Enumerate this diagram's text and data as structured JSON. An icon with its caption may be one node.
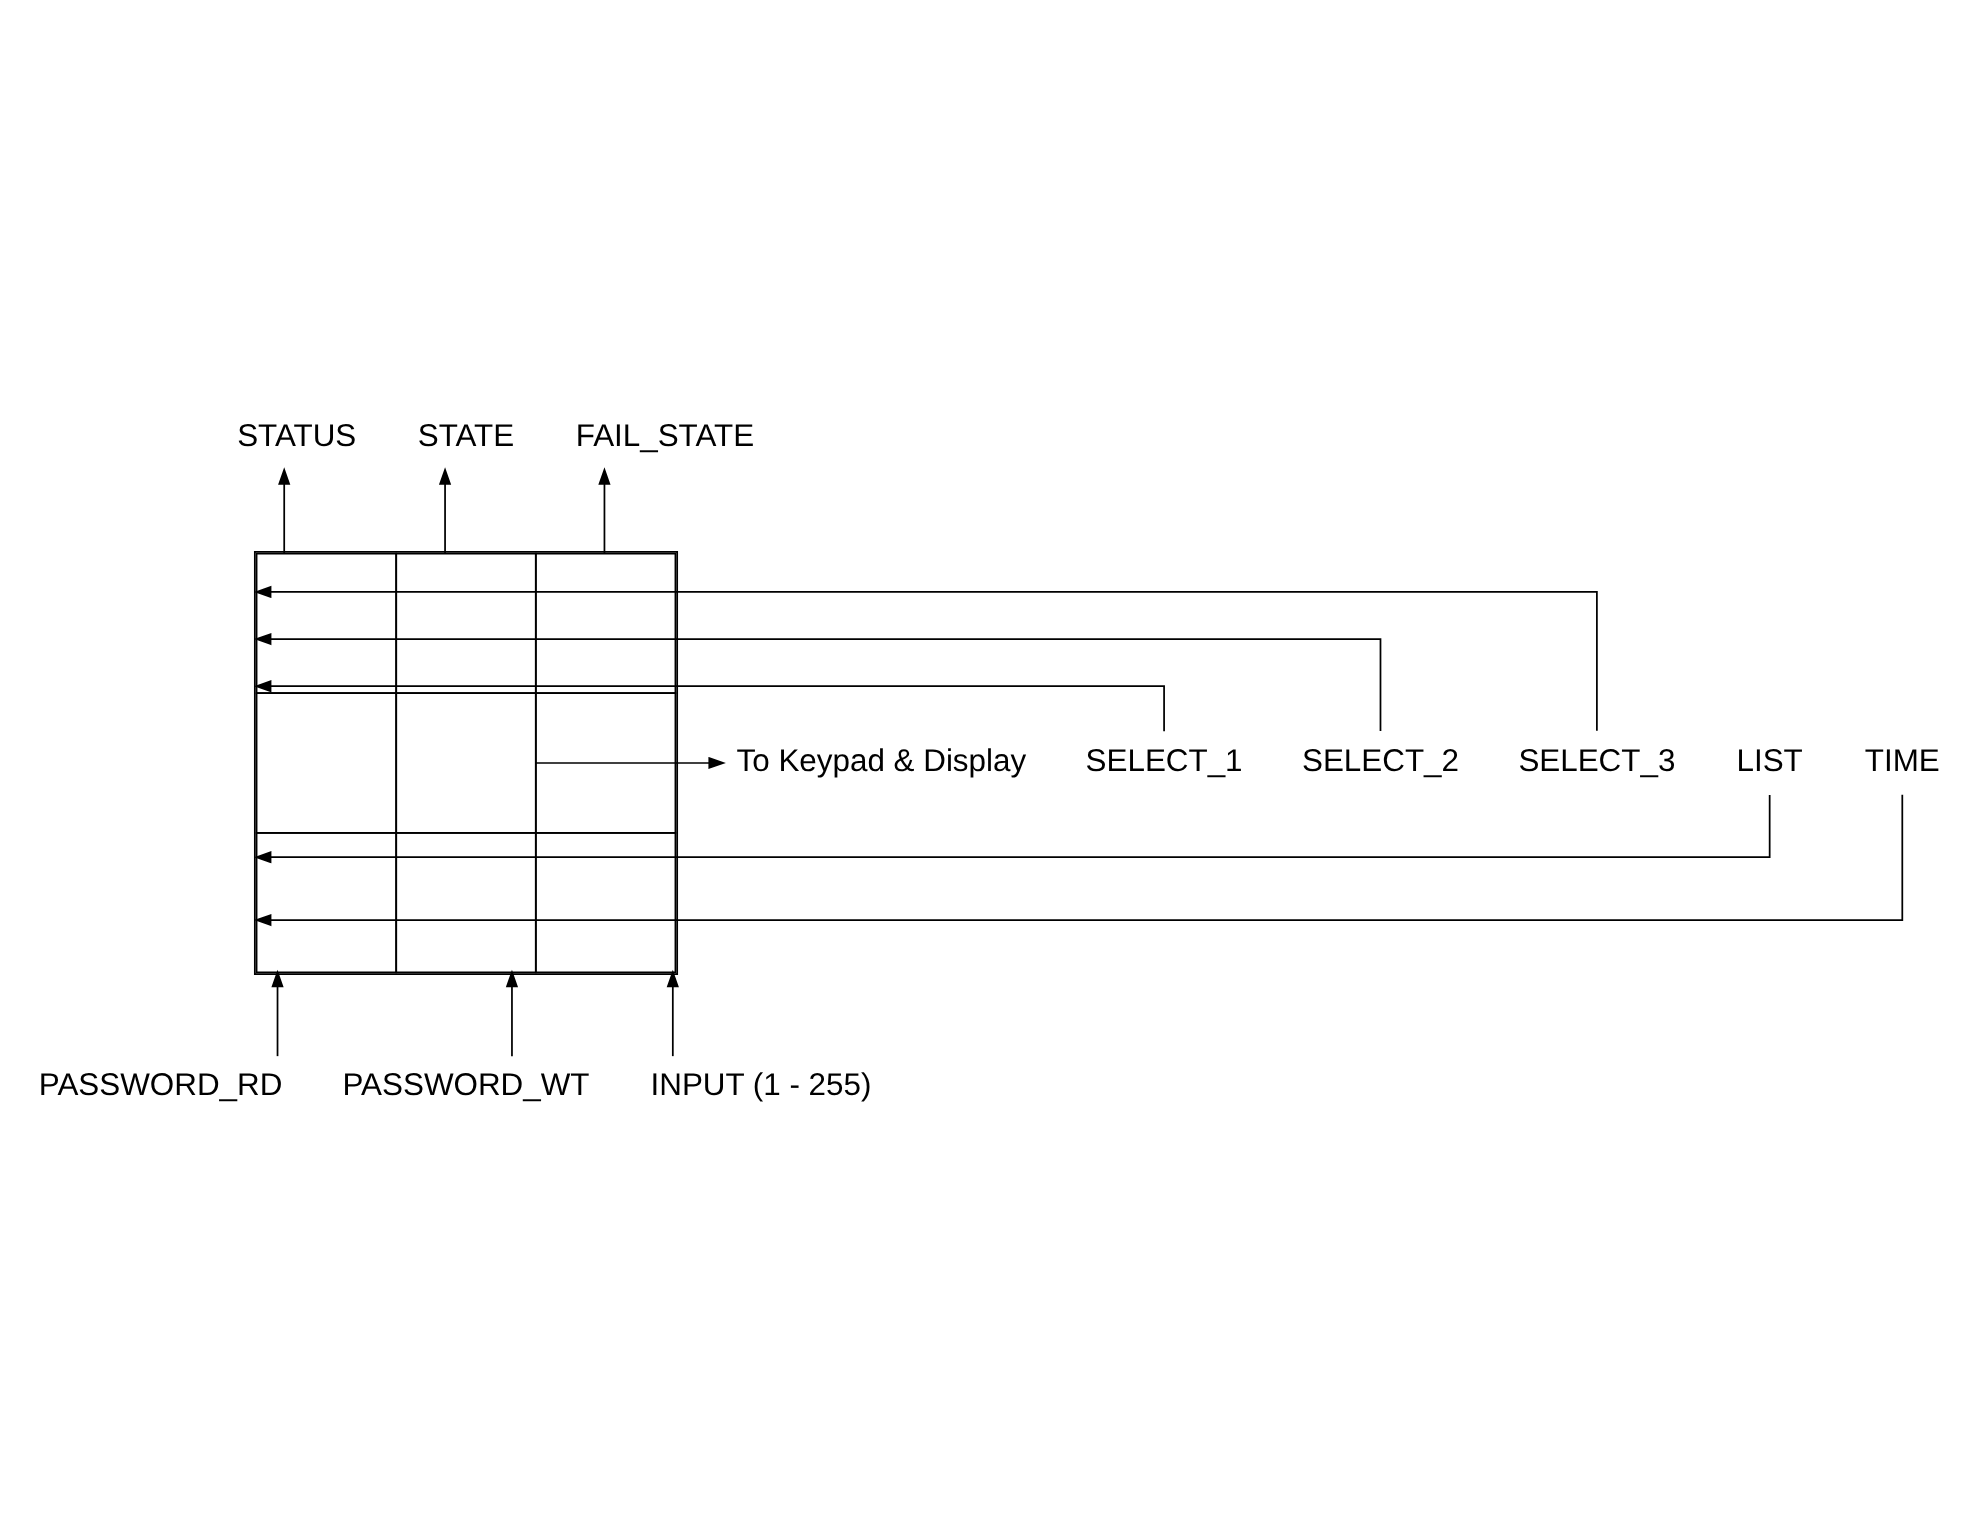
{
  "diagram": {
    "nodes": [
      {
        "text": [],
        "shape": "box"
      },
      {
        "text": [
          "STATUS"
        ]
      },
      {
        "text": [
          "STATE"
        ]
      },
      {
        "text": [
          "FAIL_STATE"
        ]
      },
      {
        "text": [
          "SELECT_1"
        ]
      },
      {
        "text": [
          "SELECT_2"
        ]
      },
      {
        "text": [
          "SELECT_3"
        ]
      },
      {
        "text": [
          "LIST"
        ]
      },
      {
        "text": [
          "TIME"
        ]
      },
      {
        "text": [
          "To Keypad & Display"
        ]
      },
      {
        "text": [
          "PASSWORD_RD"
        ]
      },
      {
        "text": [
          "PASSWORD_WT"
        ]
      },
      {
        "text": [
          "INPUT (1 - 255)"
        ]
      }
    ],
    "edges": [
      {
        "from": 0,
        "to": 1,
        "arrow": "to"
      },
      {
        "from": 0,
        "to": 2,
        "arrow": "to"
      },
      {
        "from": 0,
        "to": 3,
        "arrow": "to"
      },
      {
        "from": 4,
        "to": 0,
        "arrow": "to"
      },
      {
        "from": 5,
        "to": 0,
        "arrow": "to"
      },
      {
        "from": 6,
        "to": 0,
        "arrow": "to"
      },
      {
        "from": 7,
        "to": 0,
        "arrow": "to"
      },
      {
        "from": 8,
        "to": 0,
        "arrow": "to"
      },
      {
        "from": 0,
        "to": 9,
        "arrow": "to"
      },
      {
        "from": 10,
        "to": 0,
        "arrow": "to"
      },
      {
        "from": 11,
        "to": 0,
        "arrow": "to"
      },
      {
        "from": 12,
        "to": 0,
        "arrow": "to"
      }
    ]
  }
}
